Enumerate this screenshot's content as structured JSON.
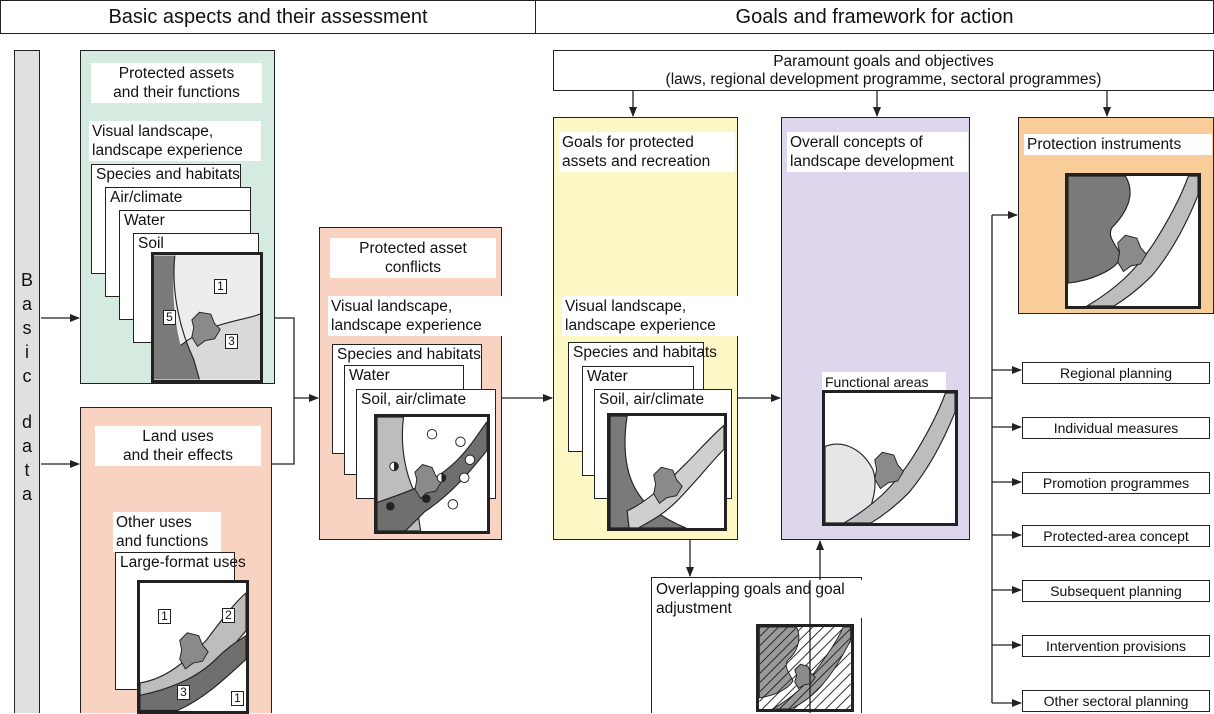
{
  "headers": {
    "left": "Basic aspects and their assessment",
    "right": "Goals and framework for action"
  },
  "basic_data": {
    "word1": [
      "B",
      "a",
      "s",
      "i",
      "c"
    ],
    "word2": [
      "d",
      "a",
      "t",
      "a"
    ]
  },
  "protected_assets": {
    "title": "Protected assets\nand their functions",
    "pages": [
      "Visual landscape,\nlandscape experience",
      "Species and habitats",
      "Air/climate",
      "Water",
      "Soil"
    ],
    "map_numbers": [
      "1",
      "5",
      "3"
    ]
  },
  "land_uses": {
    "title": "Land uses\nand their effects",
    "pages": [
      "Other uses\nand functions",
      "Large-format uses"
    ],
    "map_numbers": [
      "1",
      "2",
      "3",
      "1"
    ]
  },
  "conflicts": {
    "title": "Protected asset\nconflicts",
    "pages": [
      "Visual landscape,\nlandscape experience",
      "Species and habitats",
      "Water",
      "Soil, air/climate"
    ]
  },
  "paramount": {
    "line1": "Paramount goals and objectives",
    "line2": "(laws, regional development programme, sectoral programmes)"
  },
  "goals": {
    "title": "Goals for protected\nassets and recreation",
    "pages": [
      "Visual landscape,\nlandscape experience",
      "Species and habitats",
      "Water",
      "Soil, air/climate"
    ]
  },
  "concepts": {
    "title": "Overall concepts of\nlandscape development",
    "map_label": "Functional areas"
  },
  "protection": {
    "title": "Protection instruments"
  },
  "overlap": {
    "title": "Overlapping goals and goal\nadjustment"
  },
  "instruments": [
    "Regional planning",
    "Individual measures",
    "Promotion programmes",
    "Protected-area concept",
    "Subsequent planning",
    "Intervention provisions",
    "Other sectoral planning"
  ],
  "colors": {
    "green": "#d5ebe0",
    "salmon": "#f8d3c1",
    "yellow": "#fdf7c6",
    "purple": "#ddd6ec",
    "orange": "#f8cd9a",
    "grey_bar": "#e0e0e0"
  }
}
